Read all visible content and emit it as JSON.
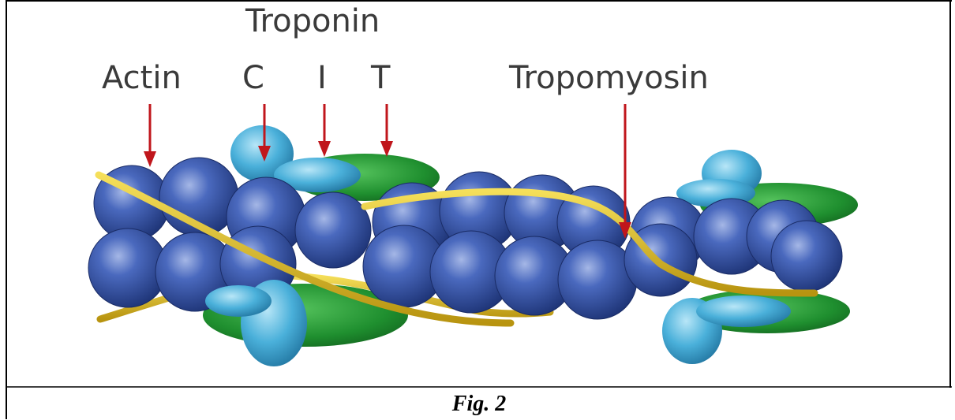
{
  "figure": {
    "labels": {
      "troponin": "Troponin",
      "actin": "Actin",
      "troponin_c": "C",
      "troponin_i": "I",
      "troponin_t": "T",
      "tropomyosin": "Tropomyosin"
    },
    "caption": "Fig. 2"
  },
  "colors": {
    "actin": "#2f4f9e",
    "actin_highlight": "#8aa0d8",
    "troponin_c": "#4ab0da",
    "troponin_i": "#3aa8d4",
    "troponin_t": "#1f8f2f",
    "tropomyosin": "#e0c020",
    "arrow": "#c0161c",
    "label_text": "#3a3a3a",
    "border": "#000000"
  }
}
